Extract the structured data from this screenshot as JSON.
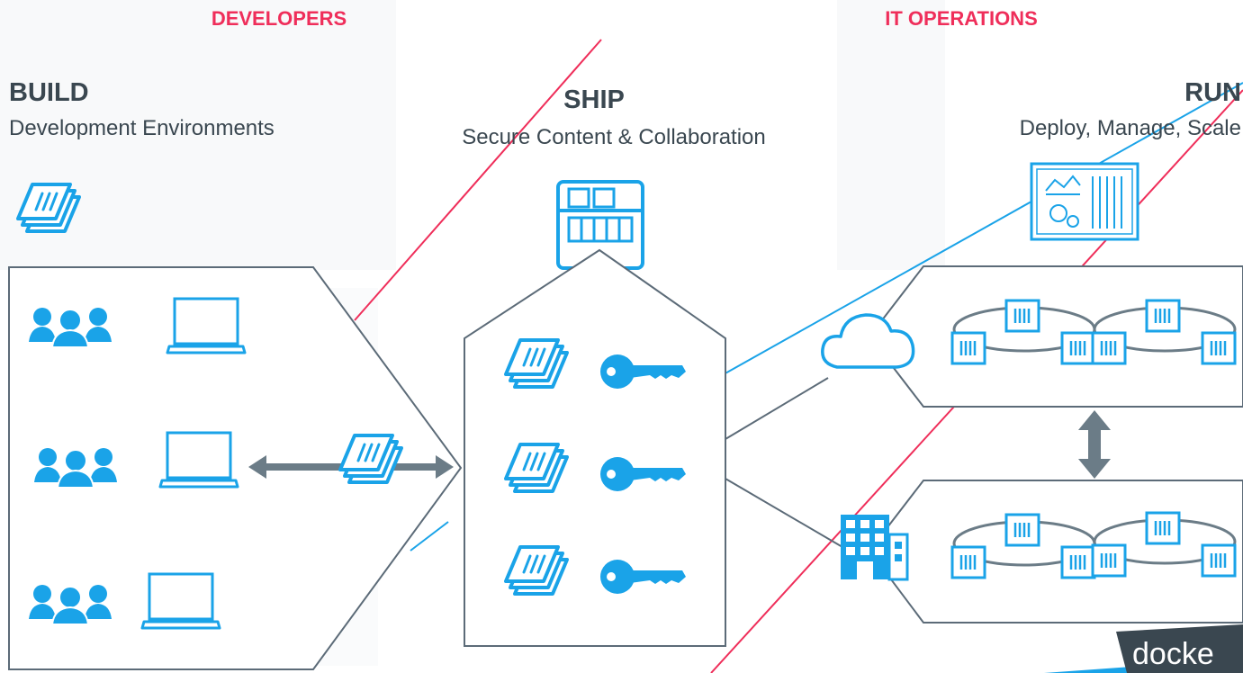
{
  "headers": {
    "left": "DEVELOPERS",
    "right": "IT OPERATIONS"
  },
  "stages": {
    "build": {
      "title": "BUILD",
      "subtitle": "Development  Environments"
    },
    "ship": {
      "title": "SHIP",
      "subtitle": "Secure Content & Collaboration"
    },
    "run": {
      "title": "RUN",
      "subtitle": "Deploy,  Manage,  Scale"
    }
  },
  "logo": {
    "text": "docke"
  },
  "colors": {
    "accent_red": "#ef2e5a",
    "accent_blue": "#1aa3e8",
    "outline": "#5c6b78",
    "arrow": "#6b7c87",
    "text": "#3a4750"
  },
  "icons": [
    "image-stack-icon",
    "users-icon",
    "laptop-icon",
    "registry-icon",
    "key-icon",
    "cloud-icon",
    "datacenter-building-icon",
    "cluster-icon",
    "dashboard-icon"
  ]
}
